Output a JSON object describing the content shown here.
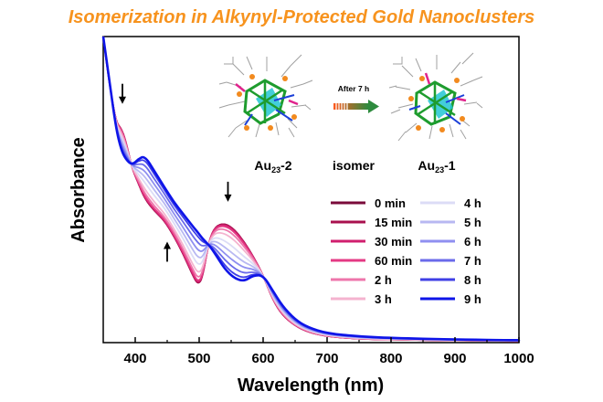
{
  "title": "Isomerization in Alkynyl-Protected Gold Nanoclusters",
  "colors": {
    "title": "#f7931e",
    "axis": "#000000",
    "inset_arrow_start": "#ff5a1f",
    "inset_arrow_end": "#2e8b3e"
  },
  "inset": {
    "left_label": "Au",
    "left_sub": "23",
    "left_suffix": "-2",
    "middle_label": "isomer",
    "right_label": "Au",
    "right_sub": "23",
    "right_suffix": "-1",
    "arrow_label": "After 7 h"
  },
  "chart_data": {
    "type": "line",
    "xlabel": "Wavelength (nm)",
    "ylabel": "Absorbance",
    "xlim": [
      350,
      1000
    ],
    "xticks": [
      400,
      500,
      600,
      700,
      800,
      900,
      1000
    ],
    "ylim": [
      0,
      1
    ],
    "y_ticks_shown": false,
    "grid": false,
    "legend_position": "center-right",
    "series": [
      {
        "name": "0 min",
        "color": "#7a0a3a",
        "t": 0.0
      },
      {
        "name": "15 min",
        "color": "#a8104e",
        "t": 0.0
      },
      {
        "name": "30 min",
        "color": "#d01f6e",
        "t": 0.02
      },
      {
        "name": "60 min",
        "color": "#e43a84",
        "t": 0.05
      },
      {
        "name": "2 h",
        "color": "#ee76ab",
        "t": 0.12
      },
      {
        "name": "3 h",
        "color": "#f4b3cf",
        "t": 0.22
      },
      {
        "name": "4 h",
        "color": "#dcdcf6",
        "t": 0.38
      },
      {
        "name": "5 h",
        "color": "#b8b8f2",
        "t": 0.52
      },
      {
        "name": "6 h",
        "color": "#8f8ff0",
        "t": 0.66
      },
      {
        "name": "7 h",
        "color": "#6a6aea",
        "t": 0.8
      },
      {
        "name": "8 h",
        "color": "#3f3fe6",
        "t": 0.92
      },
      {
        "name": "9 h",
        "color": "#0e14e8",
        "t": 1.0
      }
    ],
    "start_spectrum": {
      "x": [
        350,
        360,
        370,
        378,
        385,
        395,
        405,
        415,
        430,
        445,
        460,
        475,
        490,
        498,
        505,
        515,
        525,
        540,
        555,
        570,
        585,
        600,
        615,
        630,
        650,
        670,
        700,
        750,
        800,
        900,
        1000
      ],
      "y": [
        1.0,
        0.84,
        0.72,
        0.7,
        0.66,
        0.57,
        0.52,
        0.47,
        0.43,
        0.4,
        0.35,
        0.29,
        0.22,
        0.19,
        0.21,
        0.33,
        0.38,
        0.39,
        0.37,
        0.33,
        0.28,
        0.22,
        0.14,
        0.09,
        0.055,
        0.035,
        0.02,
        0.012,
        0.01,
        0.007,
        0.005
      ]
    },
    "end_spectrum": {
      "x": [
        350,
        360,
        370,
        378,
        385,
        395,
        405,
        415,
        430,
        445,
        460,
        475,
        490,
        498,
        505,
        515,
        525,
        540,
        555,
        570,
        585,
        600,
        615,
        630,
        650,
        670,
        700,
        750,
        800,
        900,
        1000
      ],
      "y": [
        1.0,
        0.85,
        0.7,
        0.63,
        0.6,
        0.58,
        0.6,
        0.61,
        0.56,
        0.51,
        0.46,
        0.42,
        0.38,
        0.36,
        0.34,
        0.32,
        0.29,
        0.24,
        0.21,
        0.2,
        0.22,
        0.22,
        0.17,
        0.12,
        0.075,
        0.05,
        0.03,
        0.02,
        0.015,
        0.01,
        0.008
      ]
    },
    "annotations": [
      {
        "type": "arrow-down",
        "x": 380,
        "y": 0.78
      },
      {
        "type": "arrow-up",
        "x": 450,
        "y": 0.33
      },
      {
        "type": "arrow-down",
        "x": 545,
        "y": 0.46
      }
    ]
  }
}
